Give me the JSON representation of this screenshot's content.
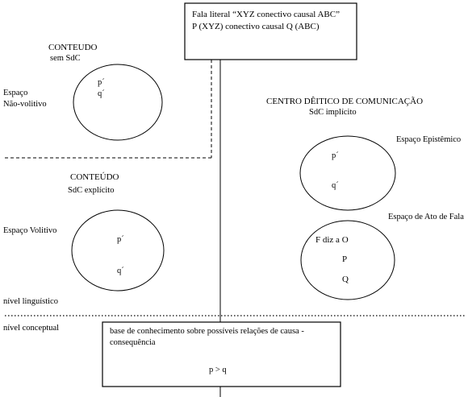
{
  "top_box": {
    "line1": "Fala literal “XYZ conectivo causal ABC”",
    "line2": "P (XYZ) conectivo causal Q (ABC)"
  },
  "left_upper": {
    "title": "CONTEUDO",
    "subtitle": "sem SdC",
    "space_label_1": "Espaço",
    "space_label_2": "Não-volitivo",
    "p": "p´",
    "q": "q´"
  },
  "left_lower": {
    "title": "CONTEÚDO",
    "subtitle": "SdC explícito",
    "space_label": "Espaço Volitivo",
    "p": "p´",
    "q": "q´"
  },
  "center_right": {
    "title": "CENTRO DÊITICO DE COMUNICAÇÃO",
    "subtitle": "SdC implícito"
  },
  "epistemic": {
    "label": "Espaço Epistêmico",
    "p": "p´",
    "q": "q´"
  },
  "speech_act": {
    "label": "Espaço de Ato de Fala",
    "line1": "F diz a O",
    "line2": "P",
    "line3": "Q"
  },
  "levels": {
    "linguistic": "nível linguístico",
    "conceptual": "nível conceptual"
  },
  "bottom_box": {
    "line1": "base de conhecimento sobre possíveis relações de causa  -",
    "line2": "consequência",
    "formula": "p > q"
  }
}
